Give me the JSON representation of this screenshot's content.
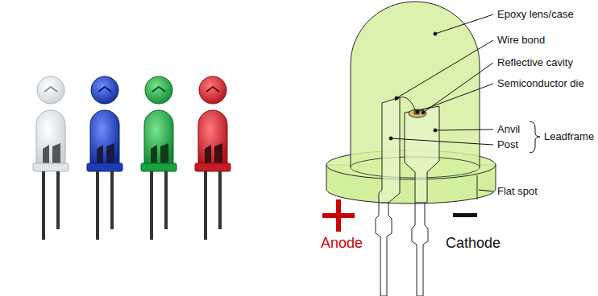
{
  "diagram": {
    "labels": [
      "Epoxy lens/case",
      "Wire bond",
      "Reflective cavity",
      "Semiconductor die",
      "Anvil",
      "Post",
      "Leadframe",
      "Flat spot",
      "Anode",
      "Cathode"
    ]
  }
}
